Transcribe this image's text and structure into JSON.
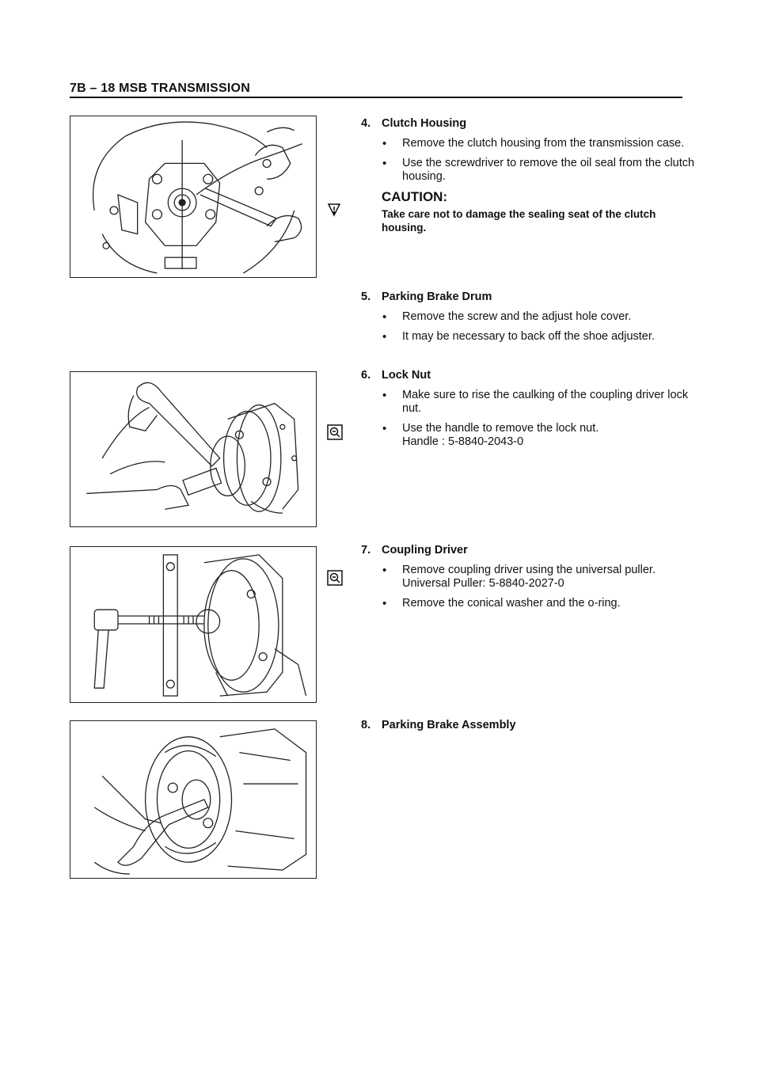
{
  "header": {
    "title": "7B – 18 MSB TRANSMISSION"
  },
  "sections": [
    {
      "num": "4.",
      "title": "Clutch Housing",
      "bullets": [
        "Remove the clutch housing from the transmission case.",
        "Use the screwdriver to remove the oil seal from the clutch housing."
      ],
      "caution_title": "CAUTION:",
      "caution_text": "Take care not to damage the sealing seat of the clutch housing."
    },
    {
      "num": "5.",
      "title": "Parking Brake Drum",
      "bullets": [
        "Remove the screw and the adjust hole cover.",
        "It may be necessary to back off the shoe adjuster."
      ]
    },
    {
      "num": "6.",
      "title": "Lock Nut",
      "bullets": [
        "Make sure to rise the caulking of the coupling driver lock nut.",
        "Use the handle to remove the lock nut."
      ],
      "tool_line": "Handle  :  5-8840-2043-0"
    },
    {
      "num": "7.",
      "title": "Coupling Driver",
      "bullets": [
        "Remove coupling driver using the universal puller.",
        "Remove the conical washer and the o-ring."
      ],
      "tool_line": "Universal Puller: 5-8840-2027-0"
    },
    {
      "num": "8.",
      "title": "Parking Brake Assembly",
      "bullets": []
    }
  ],
  "icons": {
    "caution": "caution-triangle-icon",
    "special_tool": "special-tool-icon"
  }
}
